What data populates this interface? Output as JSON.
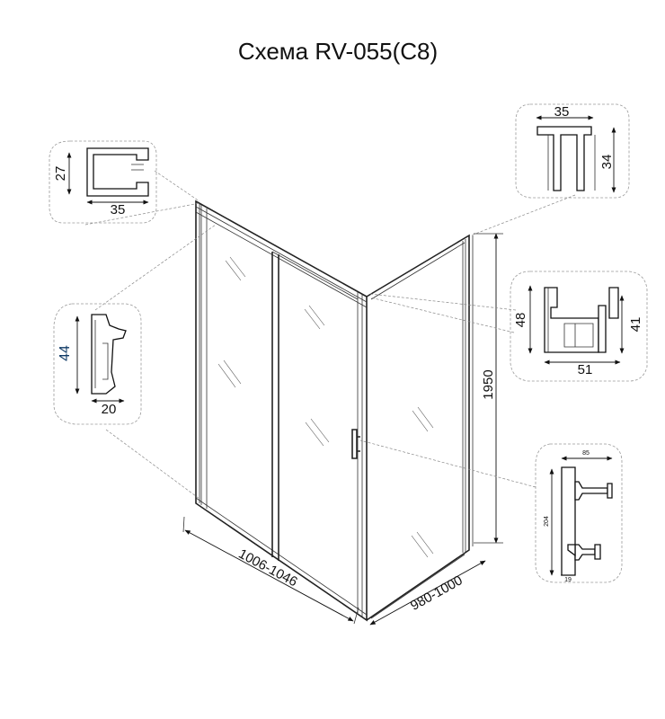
{
  "title": "Схема RV-055(C8)",
  "dimensions": {
    "door_width": "1006-1046",
    "side_width": "980-1000",
    "height": "1950"
  },
  "profiles": {
    "top_left": {
      "height": "27",
      "width": "35"
    },
    "left_mid": {
      "height": "44",
      "width": "20"
    },
    "top_right": {
      "width": "35",
      "height": "34"
    },
    "right_mid": {
      "left_height": "48",
      "right_height": "41",
      "width": "51"
    },
    "handle": {
      "width": "85",
      "height": "204",
      "base": "19"
    }
  }
}
